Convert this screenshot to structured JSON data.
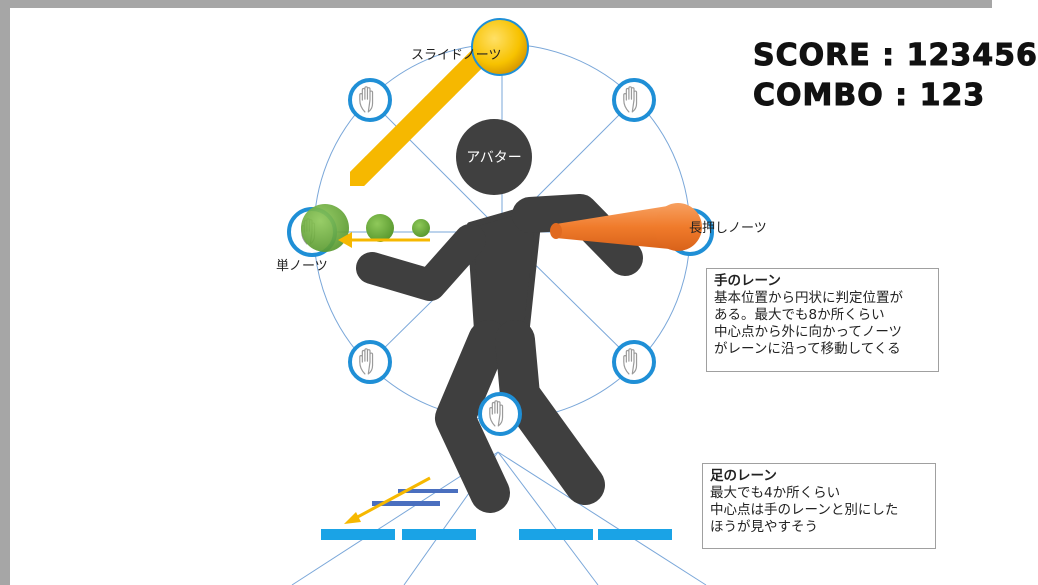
{
  "hud": {
    "score_line": "SCORE : 123456",
    "combo_line": "COMBO : 123"
  },
  "labels": {
    "slide_note": "スライドノーツ",
    "long_note": "長押しノーツ",
    "single_note": "単ノーツ",
    "avatar": "アバター"
  },
  "hand_lane_box": {
    "title": "手のレーン",
    "lines": [
      "基本位置から円状に判定位置が",
      "ある。最大でも8か所くらい",
      "中心点から外に向かってノーツ",
      "がレーンに沿って移動してくる"
    ]
  },
  "foot_lane_box": {
    "title": "足のレーン",
    "lines": [
      "最大でも4か所くらい",
      "中心点は手のレーンと別にした",
      "ほうが見やすそう"
    ]
  },
  "colors": {
    "lane_line": "#7aa7d9",
    "judge_ring": "#1f8fd6",
    "figure": "#3f3f3f",
    "slide_note": "#f6b800",
    "long_note": "#f07b2b",
    "single_note": "#6aaa3a",
    "foot_target": "#1aa3e6",
    "foot_note": "#4a6fbf"
  },
  "icons": {
    "hand_target": "hand-icon"
  }
}
